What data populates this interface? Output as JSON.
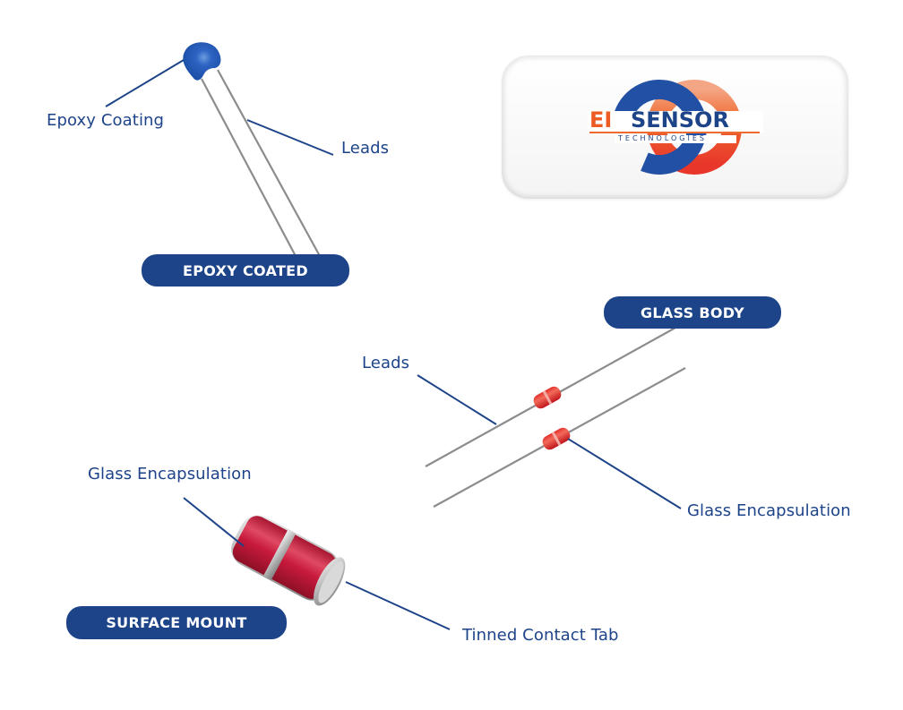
{
  "brand": {
    "logo_primary": "EI",
    "logo_secondary": "SENSOR",
    "logo_tagline": "TECHNOLOGIES",
    "colors": {
      "navy": "#1d4388",
      "orange": "#ee6a2f",
      "red": "#e8382a"
    }
  },
  "sections": {
    "epoxy": {
      "badge": "EPOXY COATED",
      "callouts": [
        "Epoxy Coating",
        "Leads"
      ]
    },
    "glass": {
      "badge": "GLASS BODY",
      "callouts": [
        "Leads",
        "Glass Encapsulation"
      ]
    },
    "smd": {
      "badge": "SURFACE MOUNT",
      "callouts": [
        "Glass Encapsulation",
        "Tinned Contact Tab"
      ]
    }
  }
}
